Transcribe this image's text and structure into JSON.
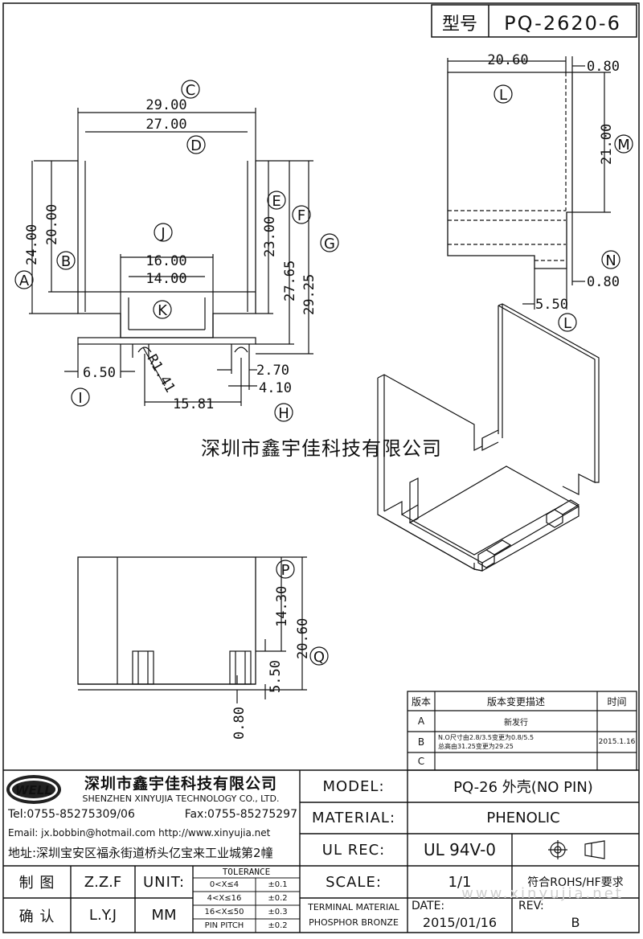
{
  "header": {
    "model_label": "型号",
    "model_no": "PQ-2620-6"
  },
  "watermark": {
    "text": "深圳市鑫宇佳科技有限公司",
    "url": "www.xinyujia.net"
  },
  "top_view": {
    "dims": {
      "w_outer": "29.00",
      "w_inner": "27.00",
      "h_24": "24.00",
      "h_20": "20.00",
      "h_23": "23.00",
      "h_2765": "27.65",
      "h_2925": "29.25",
      "slot_16": "16.00",
      "slot_14": "14.00",
      "d_650": "6.50",
      "d_r141": "R1.41",
      "d_1581": "15.81",
      "d_270": "2.70",
      "d_410": "4.10"
    },
    "circles": {
      "a": "A",
      "b": "B",
      "c": "C",
      "d": "D",
      "e": "E",
      "f": "F",
      "g": "G",
      "h": "H",
      "i": "I",
      "j": "J",
      "k": "K"
    }
  },
  "side_view": {
    "dims": {
      "d_2060": "20.60",
      "d_080a": "0.80",
      "d_2100": "21.00",
      "d_080b": "0.80",
      "d_550": "5.50"
    },
    "circles": {
      "l1": "L",
      "m": "M",
      "n": "N",
      "l2": "L"
    }
  },
  "front_view": {
    "dims": {
      "d_1430": "14.30",
      "d_2060": "20.60",
      "d_550": "5.50",
      "d_080": "0.80"
    },
    "circles": {
      "p": "P",
      "q": "Q"
    }
  },
  "revision": {
    "headers": [
      "版本",
      "版本变更描述",
      "时间"
    ],
    "rows": [
      {
        "ver": "A",
        "desc1": "新发行",
        "desc2": "",
        "date": ""
      },
      {
        "ver": "B",
        "desc1": "N.O尺寸由2.8/3.5变更为0.8/5.5",
        "desc2": "总高由31.25变更为29.25",
        "date": "2015.1.16"
      },
      {
        "ver": "C",
        "desc1": "",
        "desc2": "",
        "date": ""
      }
    ]
  },
  "company": {
    "logo": "WELL",
    "name_cn": "深圳市鑫宇佳科技有限公司",
    "name_en": "SHENZHEN XINYUJIA TECHNOLOGY CO., LTD.",
    "tel": "Tel:0755-85275309/06",
    "fax": "Fax:0755-85275297",
    "email": "Email: jx.bobbin@hotmail.com http://www.xinyujia.net",
    "address": "地址:深圳宝安区福永街道桥头亿宝来工业城第2幢"
  },
  "title_block": {
    "model_label": "MODEL:",
    "model_value": "PQ-26 外壳(NO PIN)",
    "material_label": "MATERIAL:",
    "material_value": "PHENOLIC",
    "ulrec_label": "UL REC:",
    "ulrec_value": "UL 94V-0",
    "scale_label": "SCALE:",
    "scale_value": "1/1",
    "rohs": "符合ROHS/HF要求",
    "terminal_label1": "TERMINAL MATERIAL",
    "terminal_label2": "PHOSPHOR BRONZE",
    "date_label": "DATE:",
    "date_value": "2015/01/16",
    "rev_label": "REV:",
    "rev_value": "B",
    "drawn_label": "制 图",
    "drawn_value": "Z.Z.F",
    "checked_label": "确 认",
    "checked_value": "L.Y.J",
    "unit_label": "UNIT:",
    "unit_value": "MM",
    "tolerance_title": "TOLERANCE",
    "tolerance": [
      {
        "range": "0<X≤4",
        "tol": "±0.1"
      },
      {
        "range": "4<X≤16",
        "tol": "±0.2"
      },
      {
        "range": "16<X≤50",
        "tol": "±0.3"
      },
      {
        "range": "PIN PITCH",
        "tol": "±0.2"
      }
    ]
  }
}
